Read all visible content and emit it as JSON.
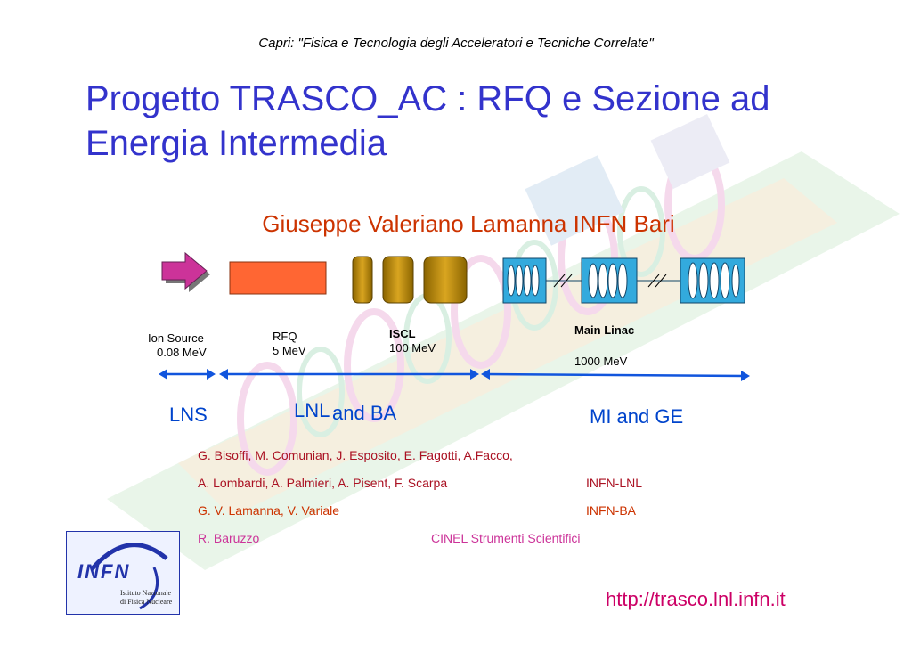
{
  "slide": {
    "header": "Capri: \"Fisica e Tecnologia degli Acceleratori e Tecniche Correlate\"",
    "title_line1": "Progetto TRASCO_AC : RFQ e Sezione ad",
    "title_line2": "Energia Intermedia",
    "author": "Giuseppe Valeriano Lamanna INFN Bari",
    "url": "http://trasco.lnl.infn.it"
  },
  "diagram": {
    "ion_source": {
      "name": "Ion Source",
      "energy": "0.08 MeV"
    },
    "rfq": {
      "name": "RFQ",
      "energy": "5 MeV"
    },
    "iscl": {
      "name": "ISCL",
      "energy": "100  MeV"
    },
    "main_linac": {
      "name": "Main Linac",
      "energy": "1000  MeV"
    },
    "regions": {
      "lns": "LNS",
      "lnl": "LNL",
      "and_ba": "and BA",
      "mi_ge": "MI and GE"
    },
    "colors": {
      "arrow": "#cc3399",
      "rfq": "#ff6633",
      "iscl": "#b8860b",
      "linac": "#33aadd",
      "line": "#1155dd"
    }
  },
  "collaborators": {
    "line1": "G. Bisoffi, M. Comunian, J. Esposito, E. Fagotti, A.Facco,",
    "line2": "A. Lombardi, A. Palmieri, A. Pisent, F. Scarpa",
    "line2_org": "INFN-LNL",
    "line3": "G. V. Lamanna, V. Variale",
    "line3_org": "INFN-BA",
    "line4": "R. Baruzzo",
    "line4_org": "CINEL Strumenti Scientifici"
  },
  "logo": {
    "text": "INFN",
    "sub1": "Istituto  Nazionale",
    "sub2": "di Fisica Nucleare"
  }
}
